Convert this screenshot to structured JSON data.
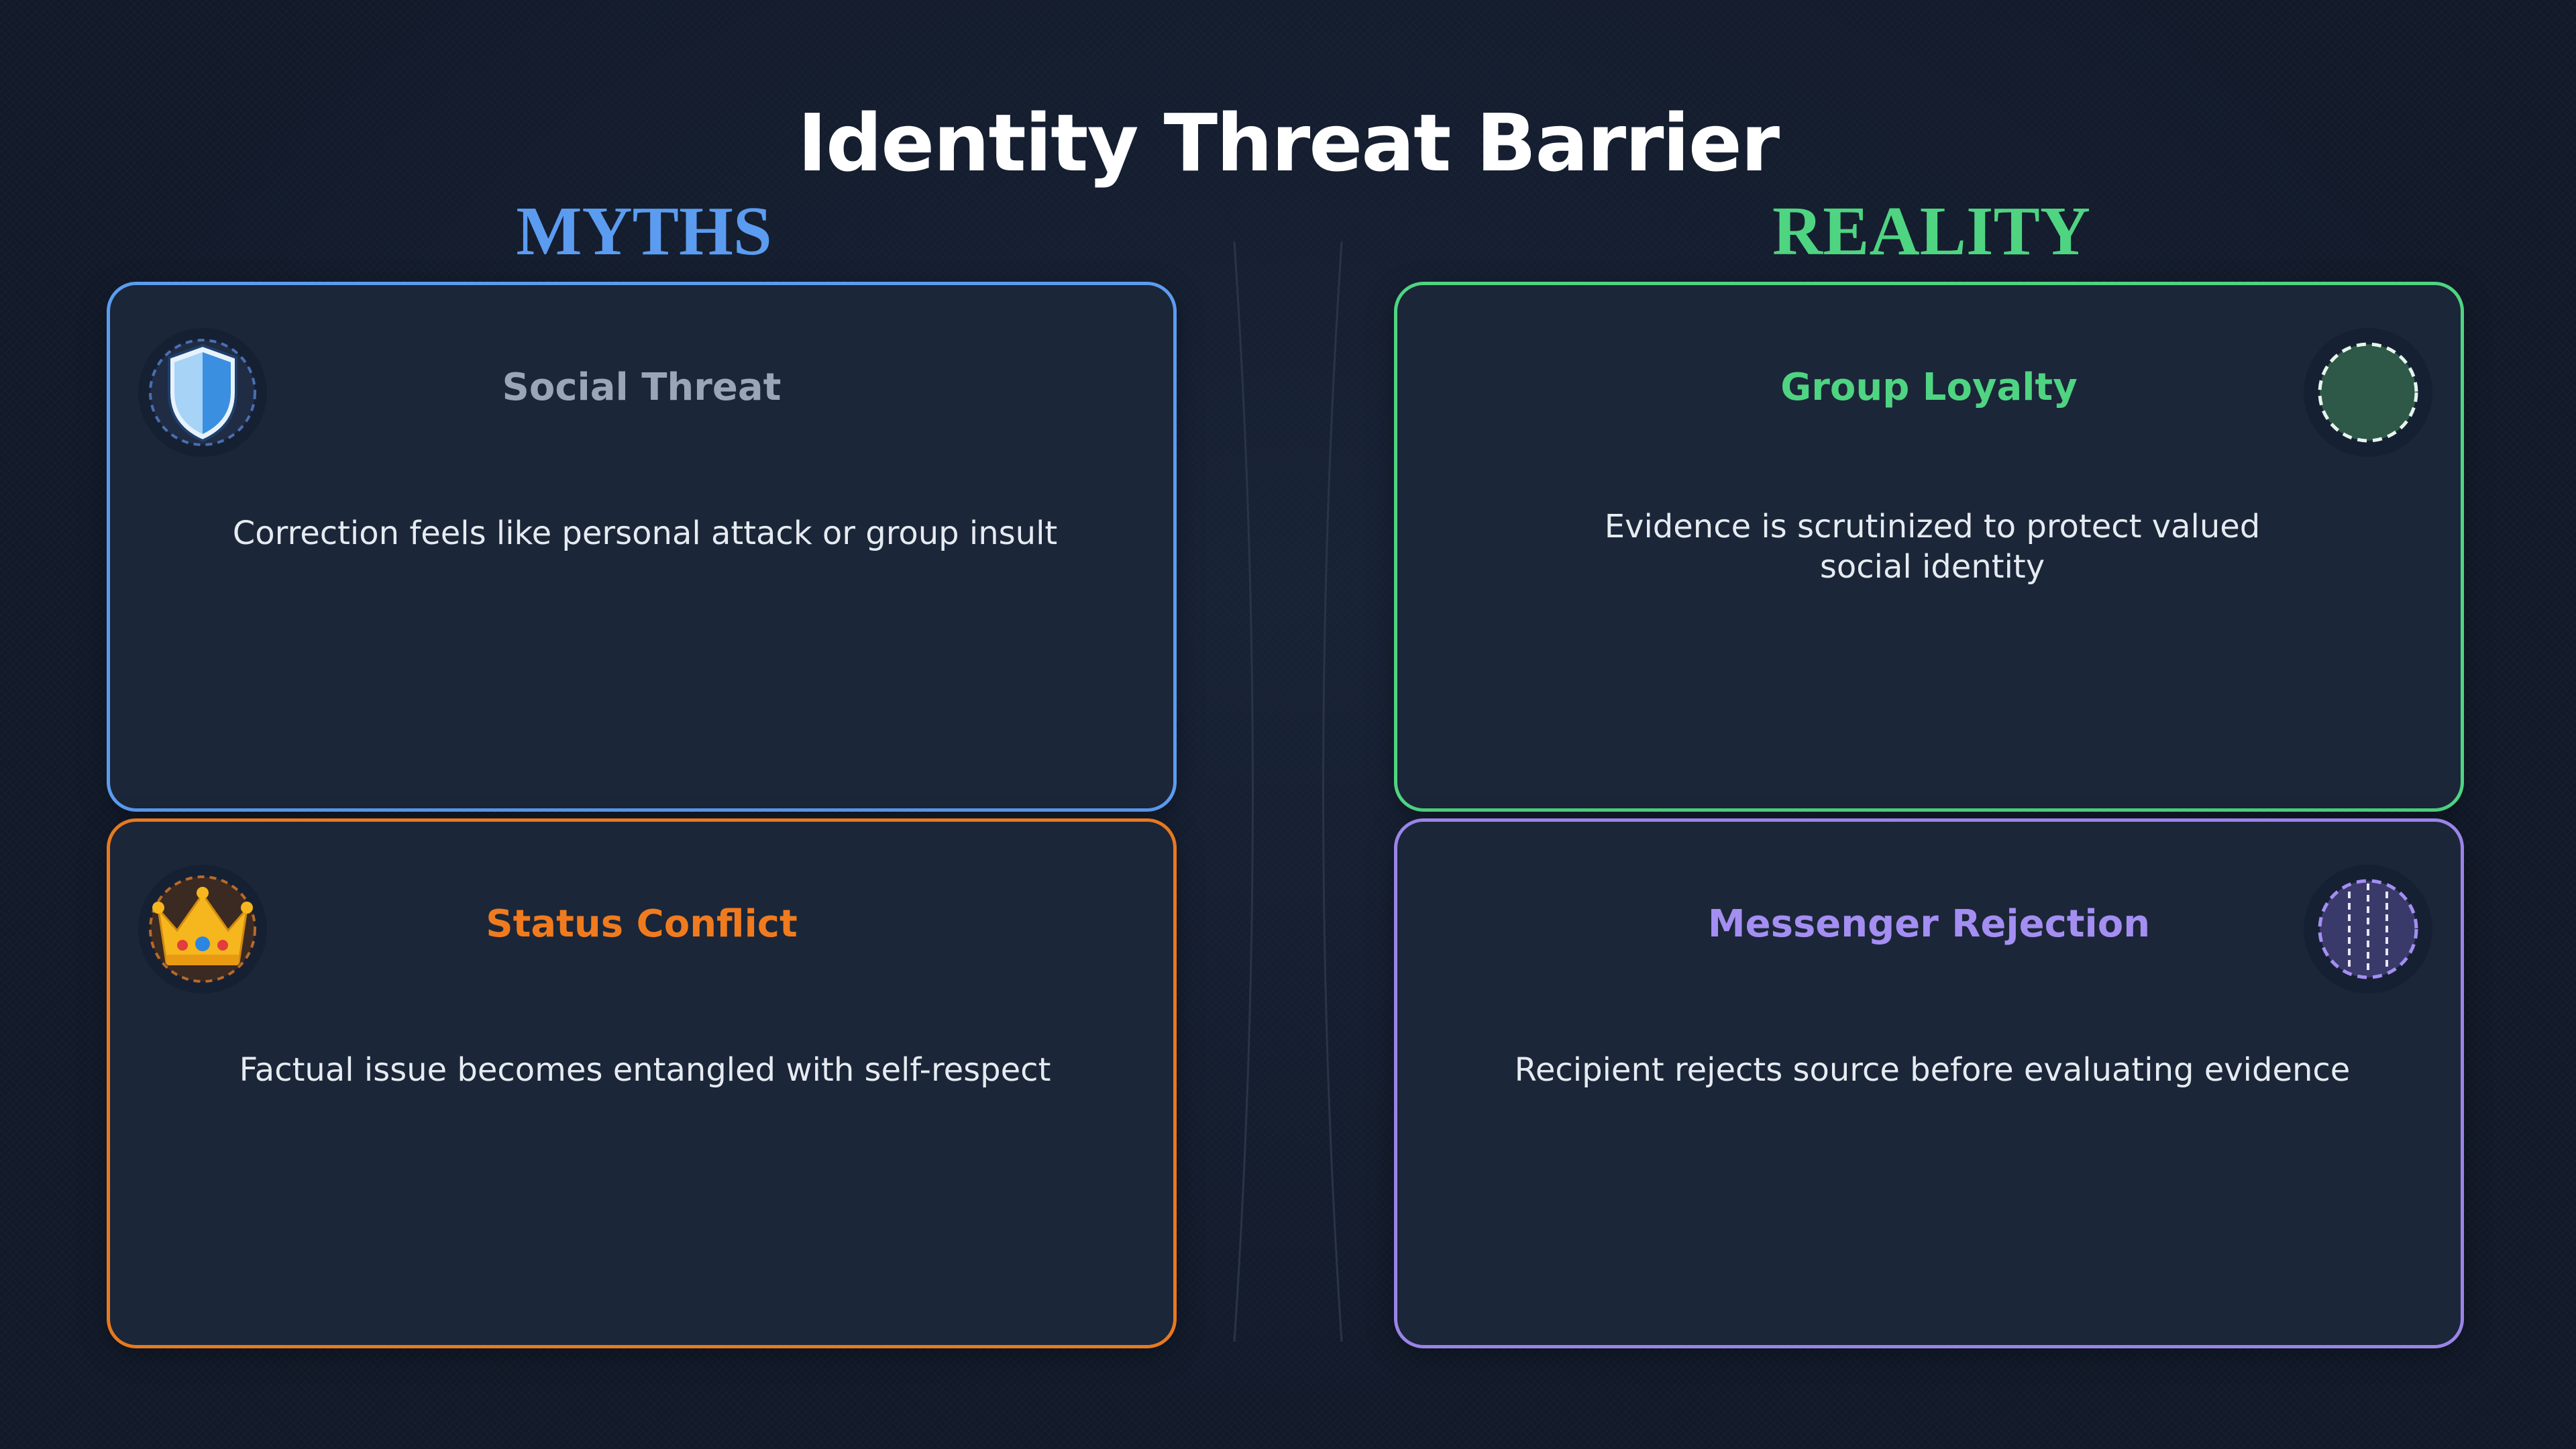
{
  "title": "Identity Threat Barrier",
  "columns": {
    "myths": {
      "heading": "MYTHS",
      "color": "#5b9cf0"
    },
    "reality": {
      "heading": "REALITY",
      "color": "#4fd482"
    }
  },
  "cards": {
    "social_threat": {
      "title": "Social Threat",
      "description": "Correction feels like personal attack or group insult",
      "icon": "shield-icon",
      "color": "#5b9cf0"
    },
    "status_conflict": {
      "title": "Status Conflict",
      "description": "Factual issue becomes entangled with self-respect",
      "icon": "crown-icon",
      "color": "#e8791f"
    },
    "group_loyalty": {
      "title": "Group Loyalty",
      "description": "Evidence is scrutinized to protect valued social identity",
      "icon": "dashed-circle-icon",
      "color": "#4fd482"
    },
    "messenger_rejection": {
      "title": "Messenger Rejection",
      "description": "Recipient rejects source before evaluating evidence",
      "icon": "barrier-icon",
      "color": "#9a84e8"
    }
  }
}
